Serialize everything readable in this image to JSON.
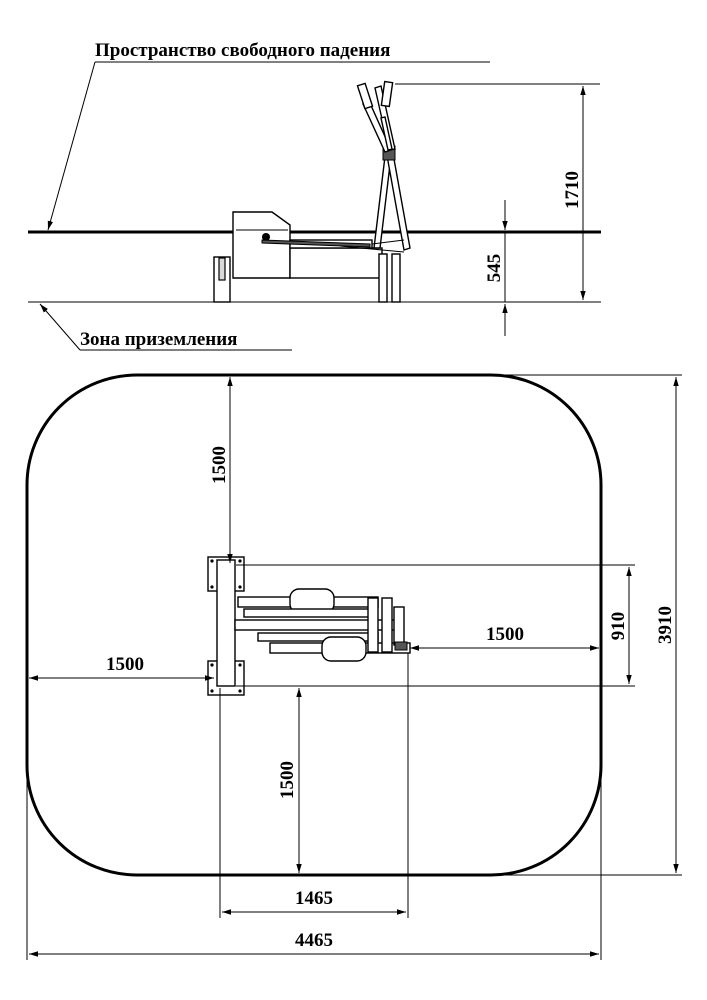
{
  "labels": {
    "fall_space": "Пространство свободного падения",
    "landing_zone": "Зона приземления"
  },
  "dimensions": {
    "height_total": "1710",
    "height_seat": "545",
    "top_clearance": "1500",
    "left_clearance": "1500",
    "right_clearance": "1500",
    "bottom_clearance": "1500",
    "equipment_width": "910",
    "zone_depth": "3910",
    "equipment_length": "1465",
    "zone_length": "4465"
  }
}
